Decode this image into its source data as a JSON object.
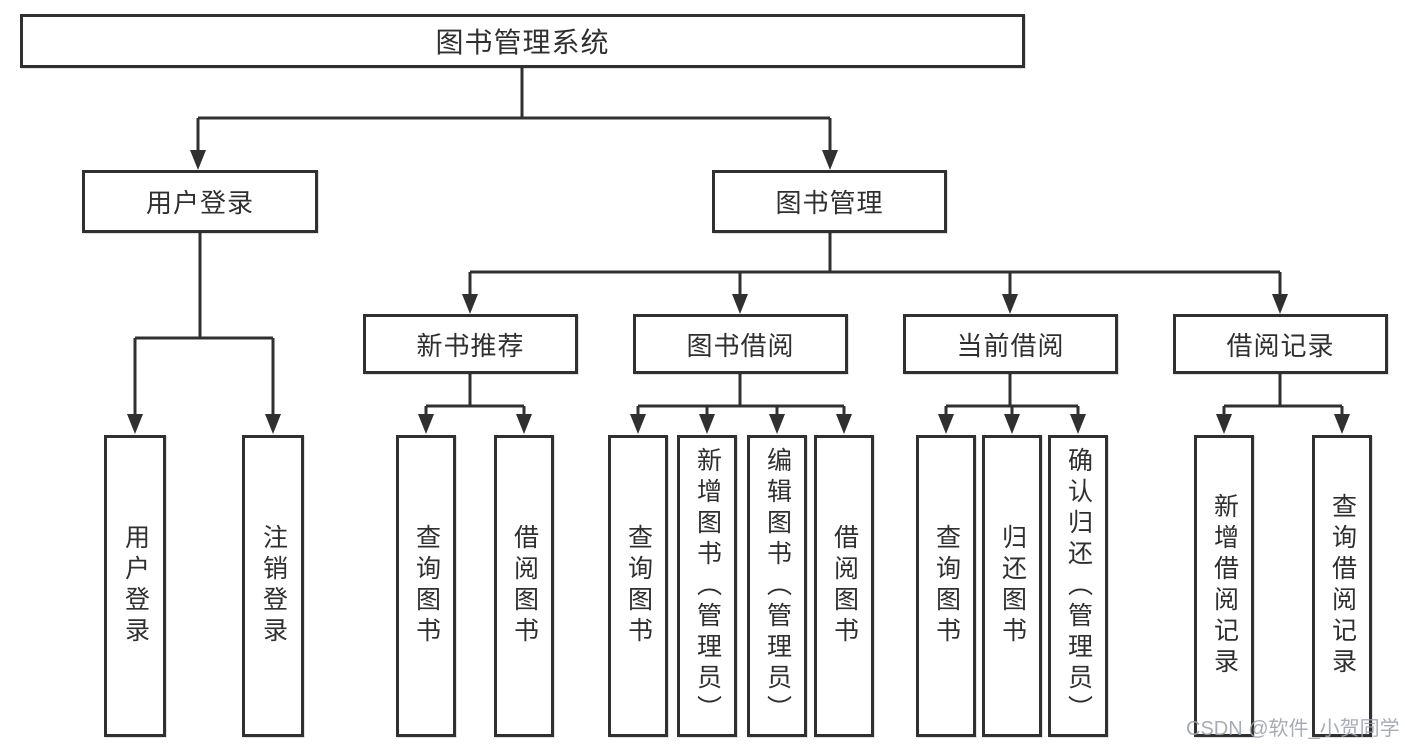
{
  "colors": {
    "background": "#ffffff",
    "line": "#303030",
    "box_border": "#303030",
    "text": "#2f2f2f",
    "watermark": "#9ea3ab"
  },
  "watermark": {
    "text": "CSDN @软件_小贺同学"
  },
  "tree": {
    "root": "图书管理系统",
    "branches": [
      {
        "label": "用户登录",
        "leaves": [
          "用户登录",
          "注销登录"
        ]
      },
      {
        "label": "图书管理",
        "groups": [
          {
            "label": "新书推荐",
            "leaves": [
              "查询图书",
              "借阅图书"
            ]
          },
          {
            "label": "图书借阅",
            "leaves": [
              "查询图书",
              "新增图书（管理员）",
              "编辑图书（管理员）",
              "借阅图书"
            ]
          },
          {
            "label": "当前借阅",
            "leaves": [
              "查询图书",
              "归还图书",
              "确认归还（管理员）"
            ]
          },
          {
            "label": "借阅记录",
            "leaves": [
              "新增借阅记录",
              "查询借阅记录"
            ]
          }
        ]
      }
    ]
  }
}
